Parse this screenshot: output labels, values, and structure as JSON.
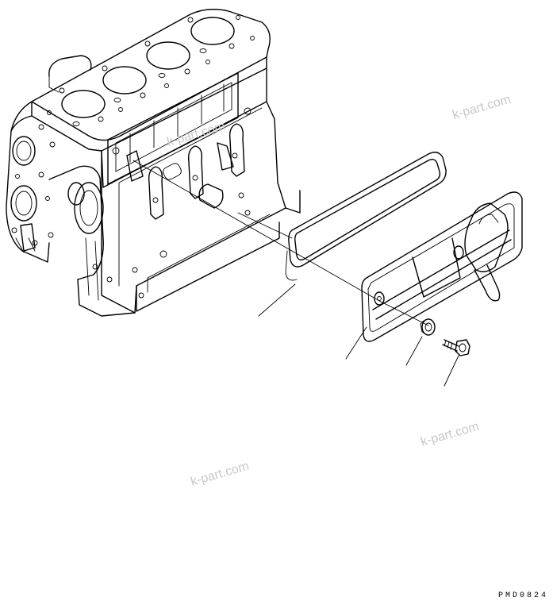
{
  "watermarks": {
    "wm1": "k-part.com",
    "wm2": "k-part.com",
    "wm3": "k-part.com",
    "wm4": "k-part.com"
  },
  "drawing_code": "PMD0824"
}
